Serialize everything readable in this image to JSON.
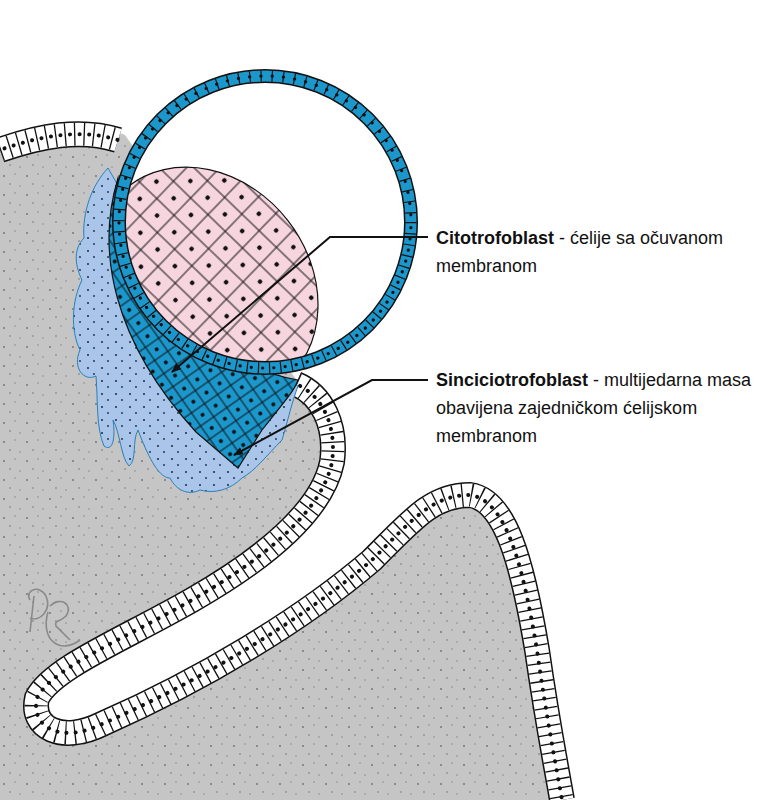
{
  "diagram": {
    "labels": [
      "Citotrofoblast",
      "- ćelije sa očuvanom membranom",
      "Sinciciotrofoblast",
      "- multijedarna masa obavijena zajedničkom ćelijskom membranom"
    ]
  }
}
